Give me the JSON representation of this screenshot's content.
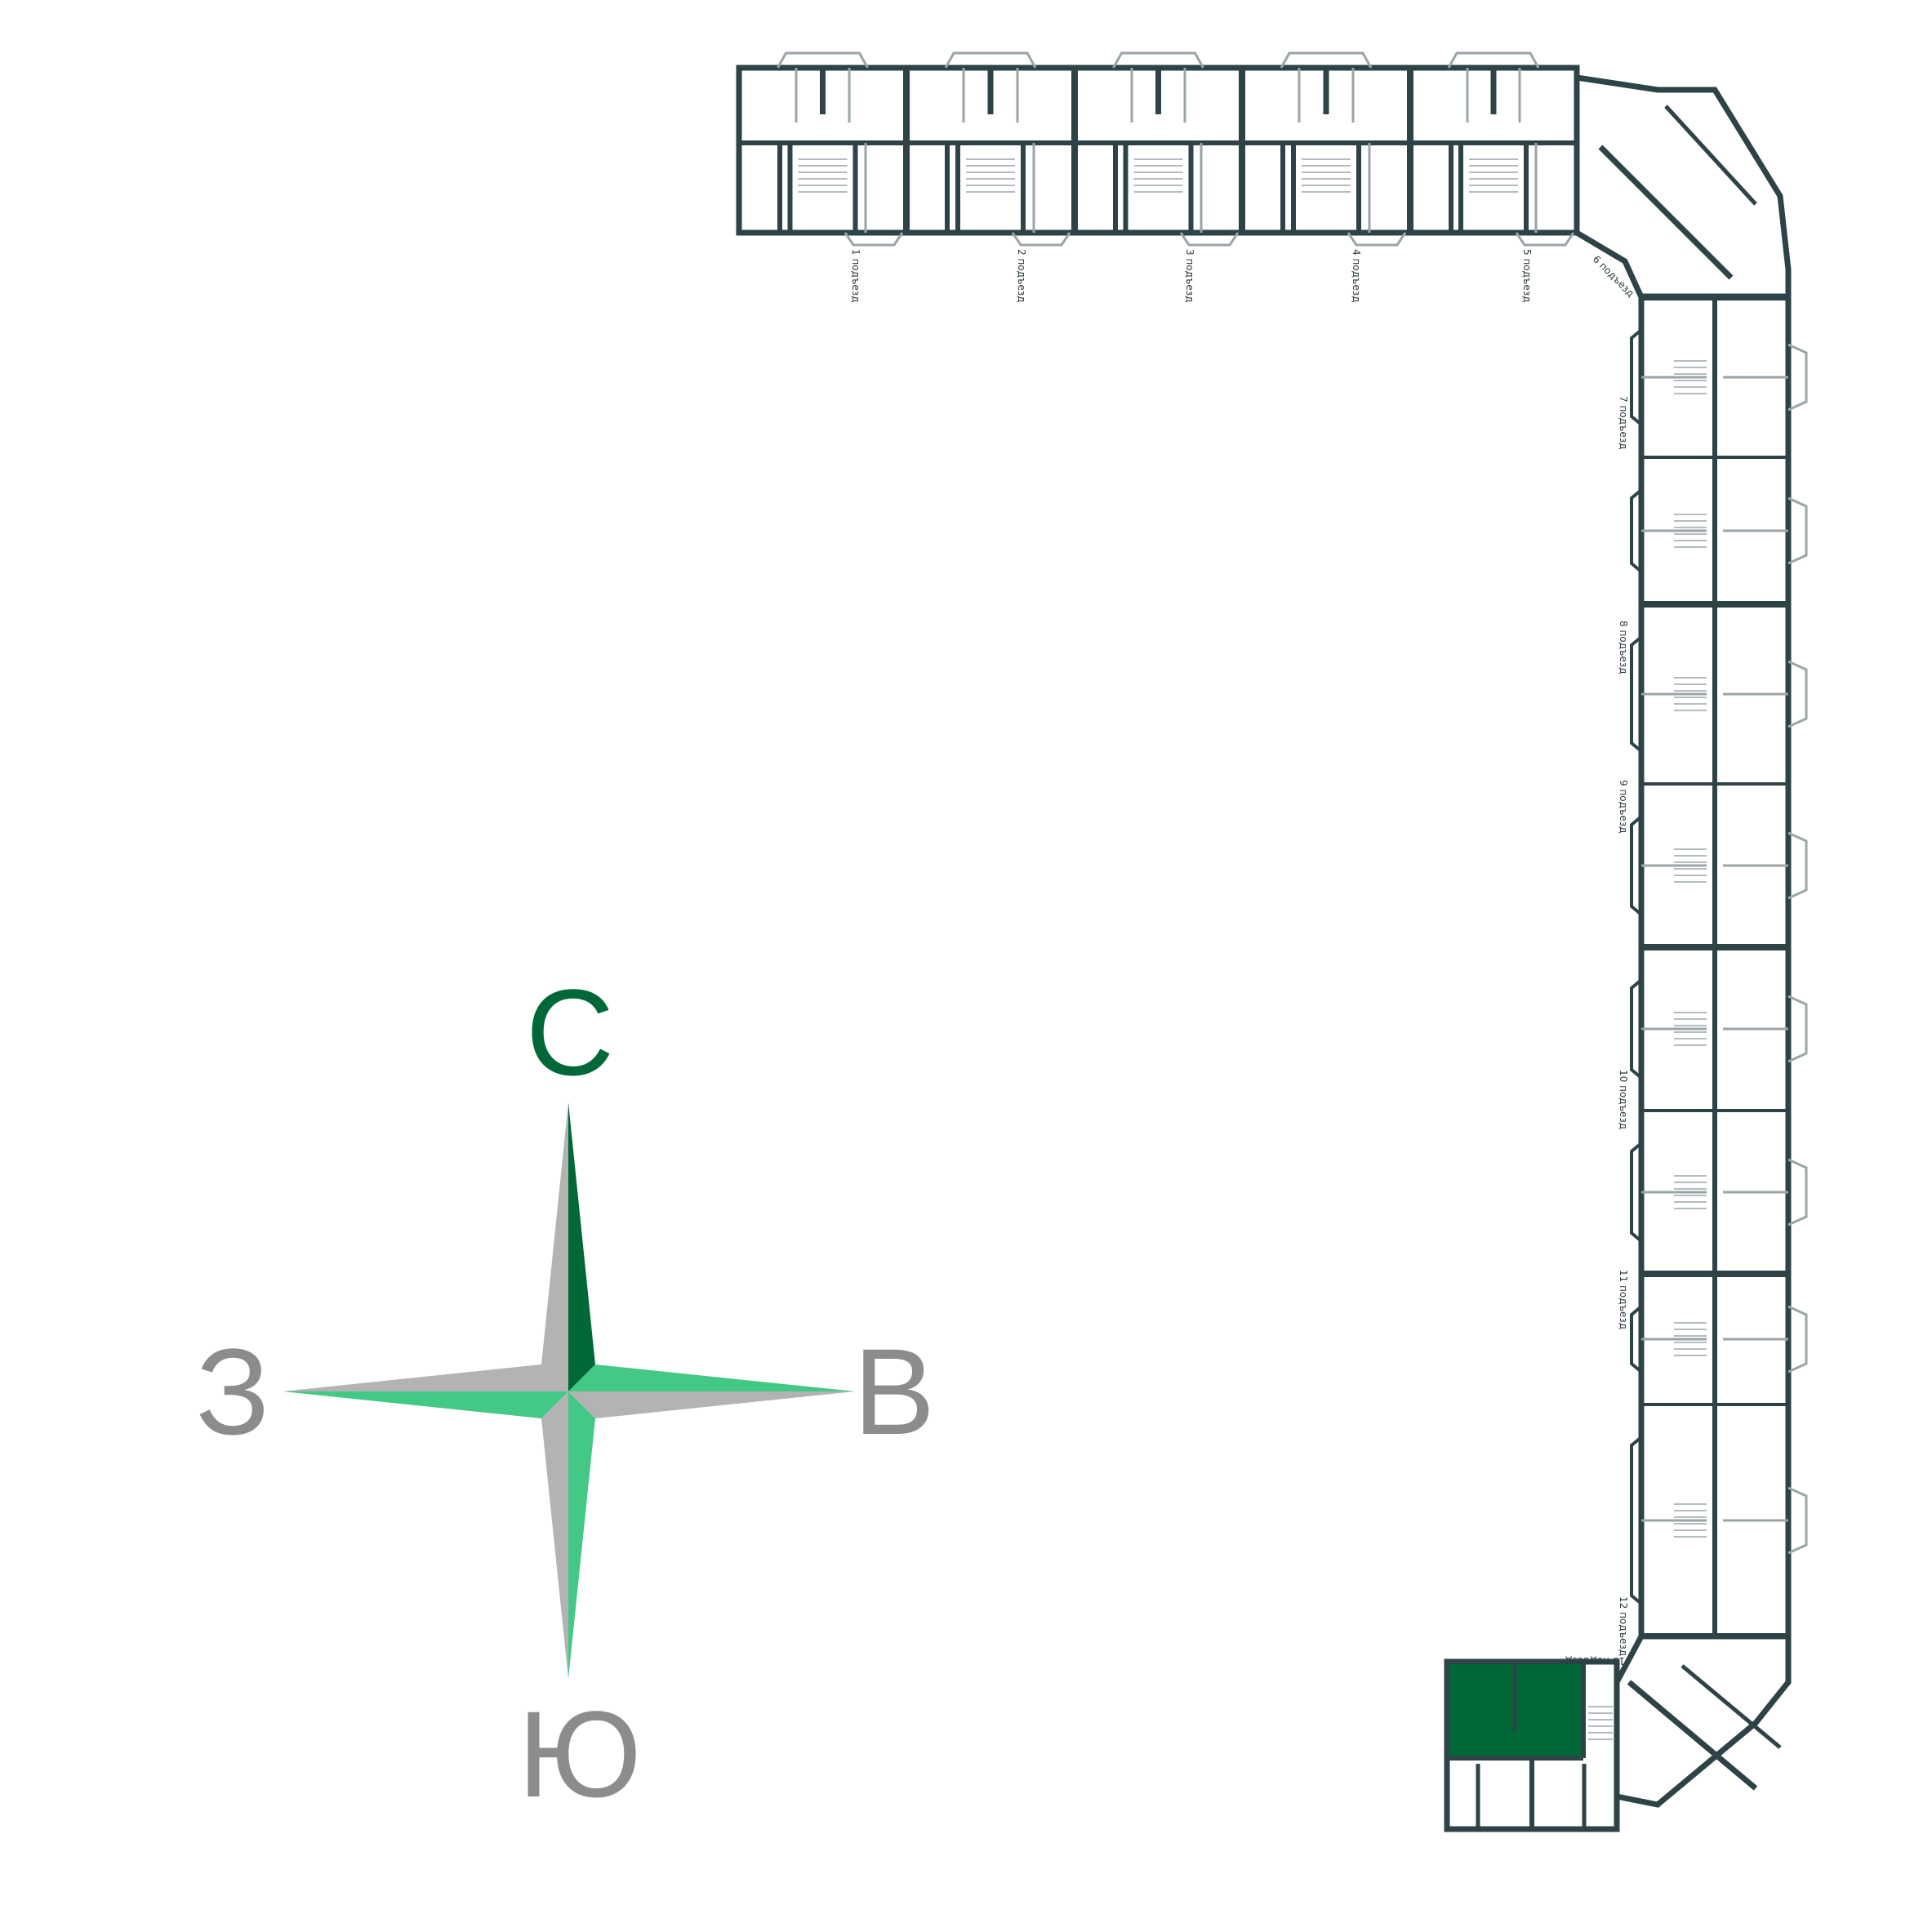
{
  "plan": {
    "wall_color": "#2d4347",
    "thin_line_color": "#9aa5a8",
    "highlight_color": "#006837",
    "entrances": [
      "1 подъезд",
      "2 подъезд",
      "3 подъезд",
      "4 подъезд",
      "5 подъезд",
      "6 подъезд",
      "7 подъезд",
      "8 подъезд",
      "9 подъезд",
      "10 подъезд",
      "11 подъезд",
      "12 подъезд",
      "13 подъезд"
    ],
    "highlighted_apartment_entrance": "13 подъезд"
  },
  "compass": {
    "north": "С",
    "west": "З",
    "east": "В",
    "south": "Ю",
    "colors": {
      "north_letter": "#006837",
      "other_letters": "#8c8c8c",
      "dark_green": "#006837",
      "light_green": "#43c886",
      "gray": "#b3b3b3"
    }
  }
}
